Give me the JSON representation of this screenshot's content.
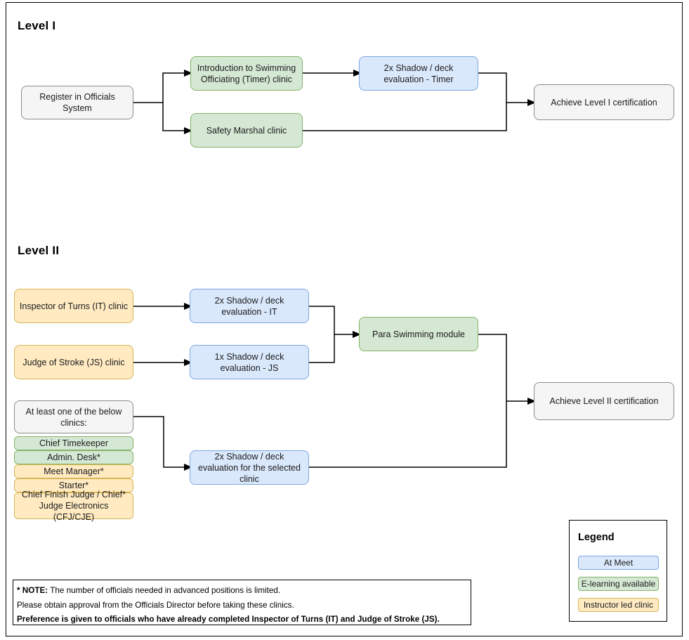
{
  "diagram": {
    "title_level1": "Level I",
    "title_level2": "Level II"
  },
  "level1": {
    "nodes": {
      "register": "Register in Officials System",
      "intro_clinic": "Introduction to Swimming Officiating (Timer) clinic",
      "safety_marshal": "Safety Marshal clinic",
      "shadow_timer": "2x Shadow / deck evaluation - Timer",
      "achieve": "Achieve Level I certification"
    }
  },
  "level2": {
    "nodes": {
      "it_clinic": "Inspector of Turns (IT) clinic",
      "js_clinic": "Judge of Stroke (JS) clinic",
      "shadow_it": "2x Shadow / deck evaluation - IT",
      "shadow_js": "1x Shadow / deck evaluation - JS",
      "para_module": "Para Swimming module",
      "at_least_one": "At least one of the below clinics:",
      "shadow_selected": "2x Shadow / deck evaluation for the selected clinic",
      "achieve": "Achieve Level II certification"
    },
    "clinic_options": [
      {
        "label": "Chief Timekeeper",
        "color": "green"
      },
      {
        "label": "Admin. Desk*",
        "color": "green"
      },
      {
        "label": "Meet Manager*",
        "color": "yellow"
      },
      {
        "label": "Starter*",
        "color": "yellow"
      },
      {
        "label": "Chief Finish Judge / Chief* Judge Electronics (CFJ/CJE)",
        "color": "yellow"
      }
    ]
  },
  "legend": {
    "title": "Legend",
    "items": [
      {
        "label": "At Meet",
        "color": "blue"
      },
      {
        "label": "E-learning available",
        "color": "green"
      },
      {
        "label": "Instructor led clinic",
        "color": "yellow"
      }
    ]
  },
  "note": {
    "line1_prefix": "* NOTE:",
    "line1": " The number of officials needed in advanced positions is limited.",
    "line2": "Please obtain approval from the Officials Director before taking these clinics.",
    "line3": "Preference is given to officials who have already completed Inspector of Turns (IT) and Judge of Stroke (JS)."
  },
  "colors": {
    "at_meet_fill": "#dae8fc",
    "at_meet_stroke": "#7ea6e0",
    "elearning_fill": "#d5e8d4",
    "elearning_stroke": "#82b366",
    "instructor_fill": "#ffeac2",
    "instructor_stroke": "#d6b656",
    "neutral_fill": "#f5f5f5",
    "neutral_stroke": "#8c8c8c",
    "edge": "#000000"
  }
}
